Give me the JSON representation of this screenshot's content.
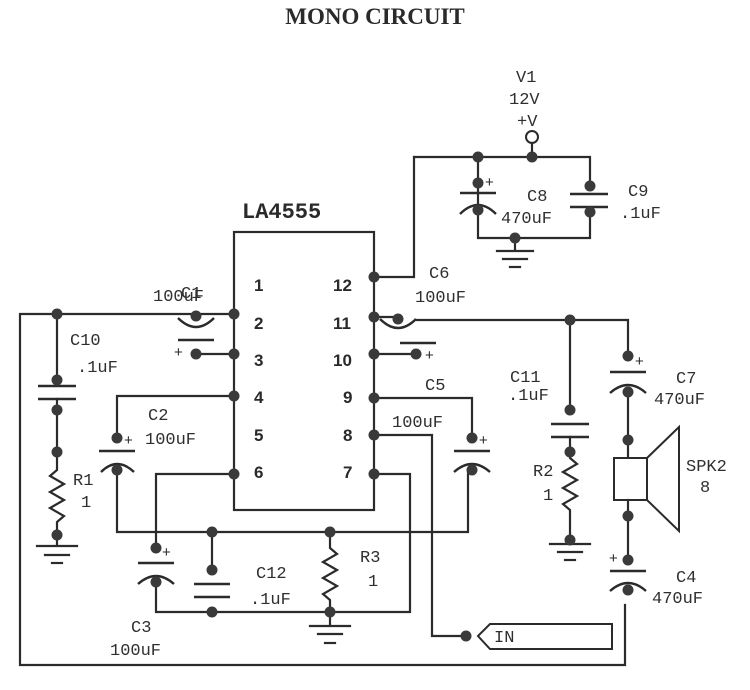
{
  "title": "MONO CIRCUIT",
  "ic": {
    "name": "LA4555",
    "left_pins": [
      "1",
      "2",
      "3",
      "4",
      "5",
      "6"
    ],
    "right_pins": [
      "12",
      "11",
      "10",
      "9",
      "8",
      "7"
    ]
  },
  "supply": {
    "name": "V1",
    "voltage": "12V",
    "terminal": "+V"
  },
  "components": {
    "C1": {
      "name": "C1",
      "value": "100uF"
    },
    "C2": {
      "name": "C2",
      "value": "100uF"
    },
    "C3": {
      "name": "C3",
      "value": "100uF"
    },
    "C4": {
      "name": "C4",
      "value": "470uF"
    },
    "C5": {
      "name": "C5",
      "value": "100uF"
    },
    "C6": {
      "name": "C6",
      "value": "100uF"
    },
    "C7": {
      "name": "C7",
      "value": "470uF"
    },
    "C8": {
      "name": "C8",
      "value": "470uF"
    },
    "C9": {
      "name": "C9",
      "value": ".1uF"
    },
    "C10": {
      "name": "C10",
      "value": ".1uF"
    },
    "C11": {
      "name": "C11",
      "value": ".1uF"
    },
    "C12": {
      "name": "C12",
      "value": ".1uF"
    },
    "R1": {
      "name": "R1",
      "value": "1"
    },
    "R2": {
      "name": "R2",
      "value": "1"
    },
    "R3": {
      "name": "R3",
      "value": "1"
    },
    "SPK2": {
      "name": "SPK2",
      "value": "8"
    }
  },
  "input_port": "IN",
  "polarity_mark": "+"
}
